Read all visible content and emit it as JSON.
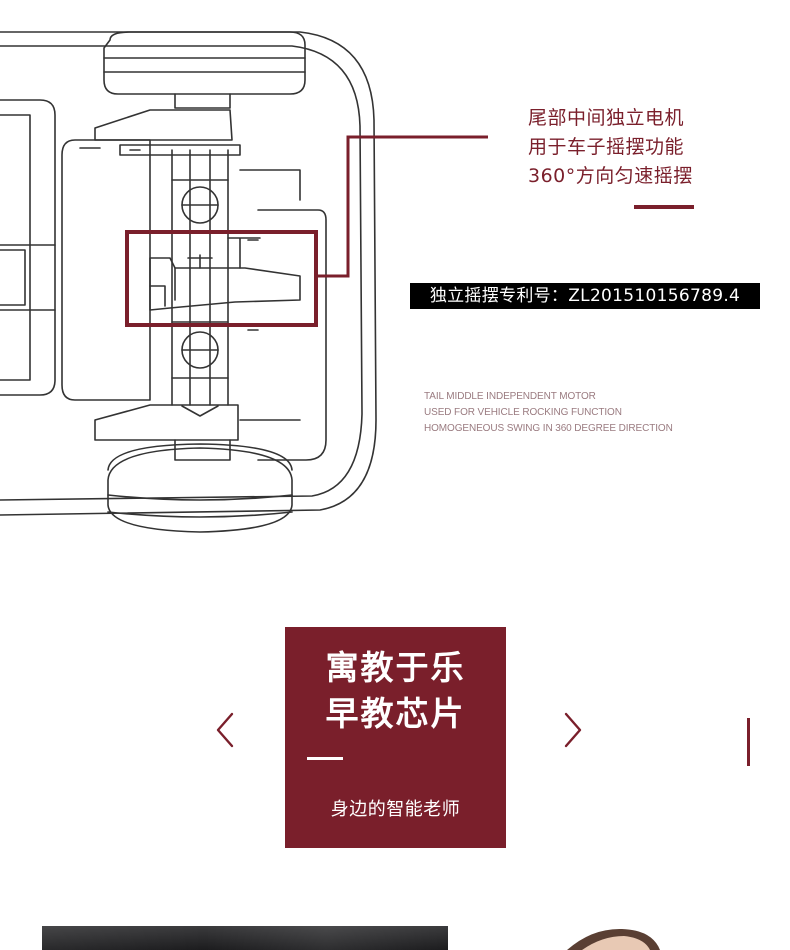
{
  "feature": {
    "lines": [
      "尾部中间独立电机",
      "用于车子摇摆功能",
      "360°方向匀速摇摆"
    ],
    "patent": "独立摇摆专利号：ZL201510156789.4",
    "english_lines": [
      "TAIL MIDDLE INDEPENDENT MOTOR",
      "USED FOR VEHICLE ROCKING FUNCTION",
      "HOMOGENEOUS SWING IN 360 DEGREE DIRECTION"
    ]
  },
  "panel": {
    "title_lines": [
      "寓教于乐",
      "早教芯片"
    ],
    "subtitle": "身边的智能老师"
  },
  "colors": {
    "accent": "#7a1f2b",
    "line_art": "#333333",
    "english_text": "#9a7b80",
    "banner_bg": "#000000"
  },
  "icons": {
    "prev": "chevron-left-icon",
    "next": "chevron-right-icon"
  }
}
